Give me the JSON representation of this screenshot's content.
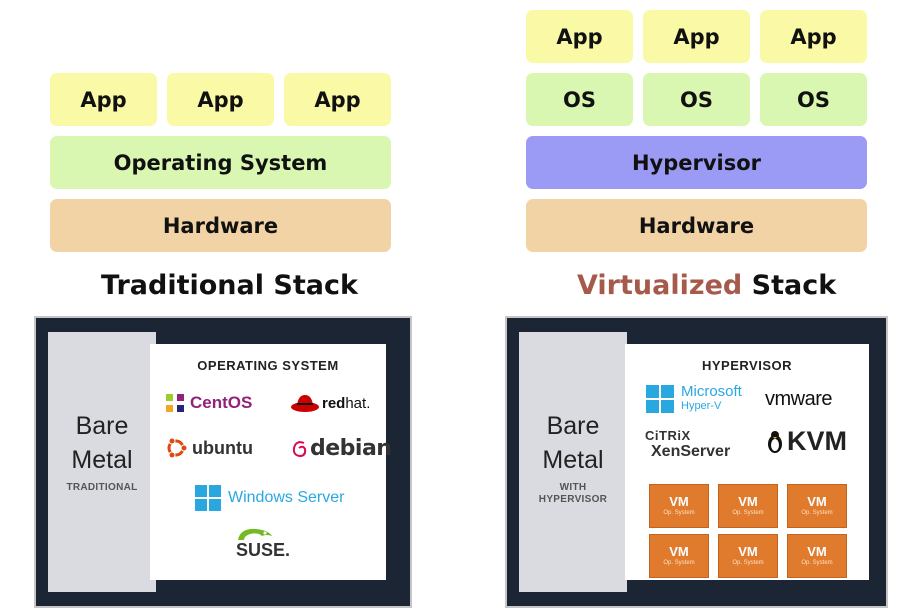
{
  "traditional": {
    "apps": [
      "App",
      "App",
      "App"
    ],
    "os": "Operating System",
    "hardware": "Hardware",
    "title": "Traditional Stack",
    "panel": {
      "bare": "Bare",
      "metal": "Metal",
      "subtitle": "TRADITIONAL",
      "inner_title": "OPERATING SYSTEM",
      "logos": {
        "centos": "CentOS",
        "redhat_red": "red",
        "redhat_hat": "hat.",
        "ubuntu": "ubuntu",
        "debian": "debian",
        "windows_server": "Windows Server",
        "suse": "SUSE."
      }
    }
  },
  "virtualized": {
    "apps": [
      "App",
      "App",
      "App"
    ],
    "oses": [
      "OS",
      "OS",
      "OS"
    ],
    "hypervisor": "Hypervisor",
    "hardware": "Hardware",
    "title_highlight": "Virtualized",
    "title_rest": "Stack",
    "panel": {
      "bare": "Bare",
      "metal": "Metal",
      "subtitle_1": "WITH",
      "subtitle_2": "HYPERVISOR",
      "inner_title": "HYPERVISOR",
      "logos": {
        "microsoft": "Microsoft",
        "hyperv": "Hyper-V",
        "vmware": "vmware",
        "citrix": "CiTRiX",
        "xenserver": "XenServer",
        "kvm": "KVM"
      },
      "vm_label": "VM",
      "vm_sub": "Op. System"
    }
  },
  "colors": {
    "app": "#faf9a6",
    "os": "#d9f7b1",
    "hypervisor": "#9b9bf5",
    "hardware": "#f2d3a6",
    "virtualized_title": "#a65a4c",
    "vm": "#e07a2c"
  }
}
